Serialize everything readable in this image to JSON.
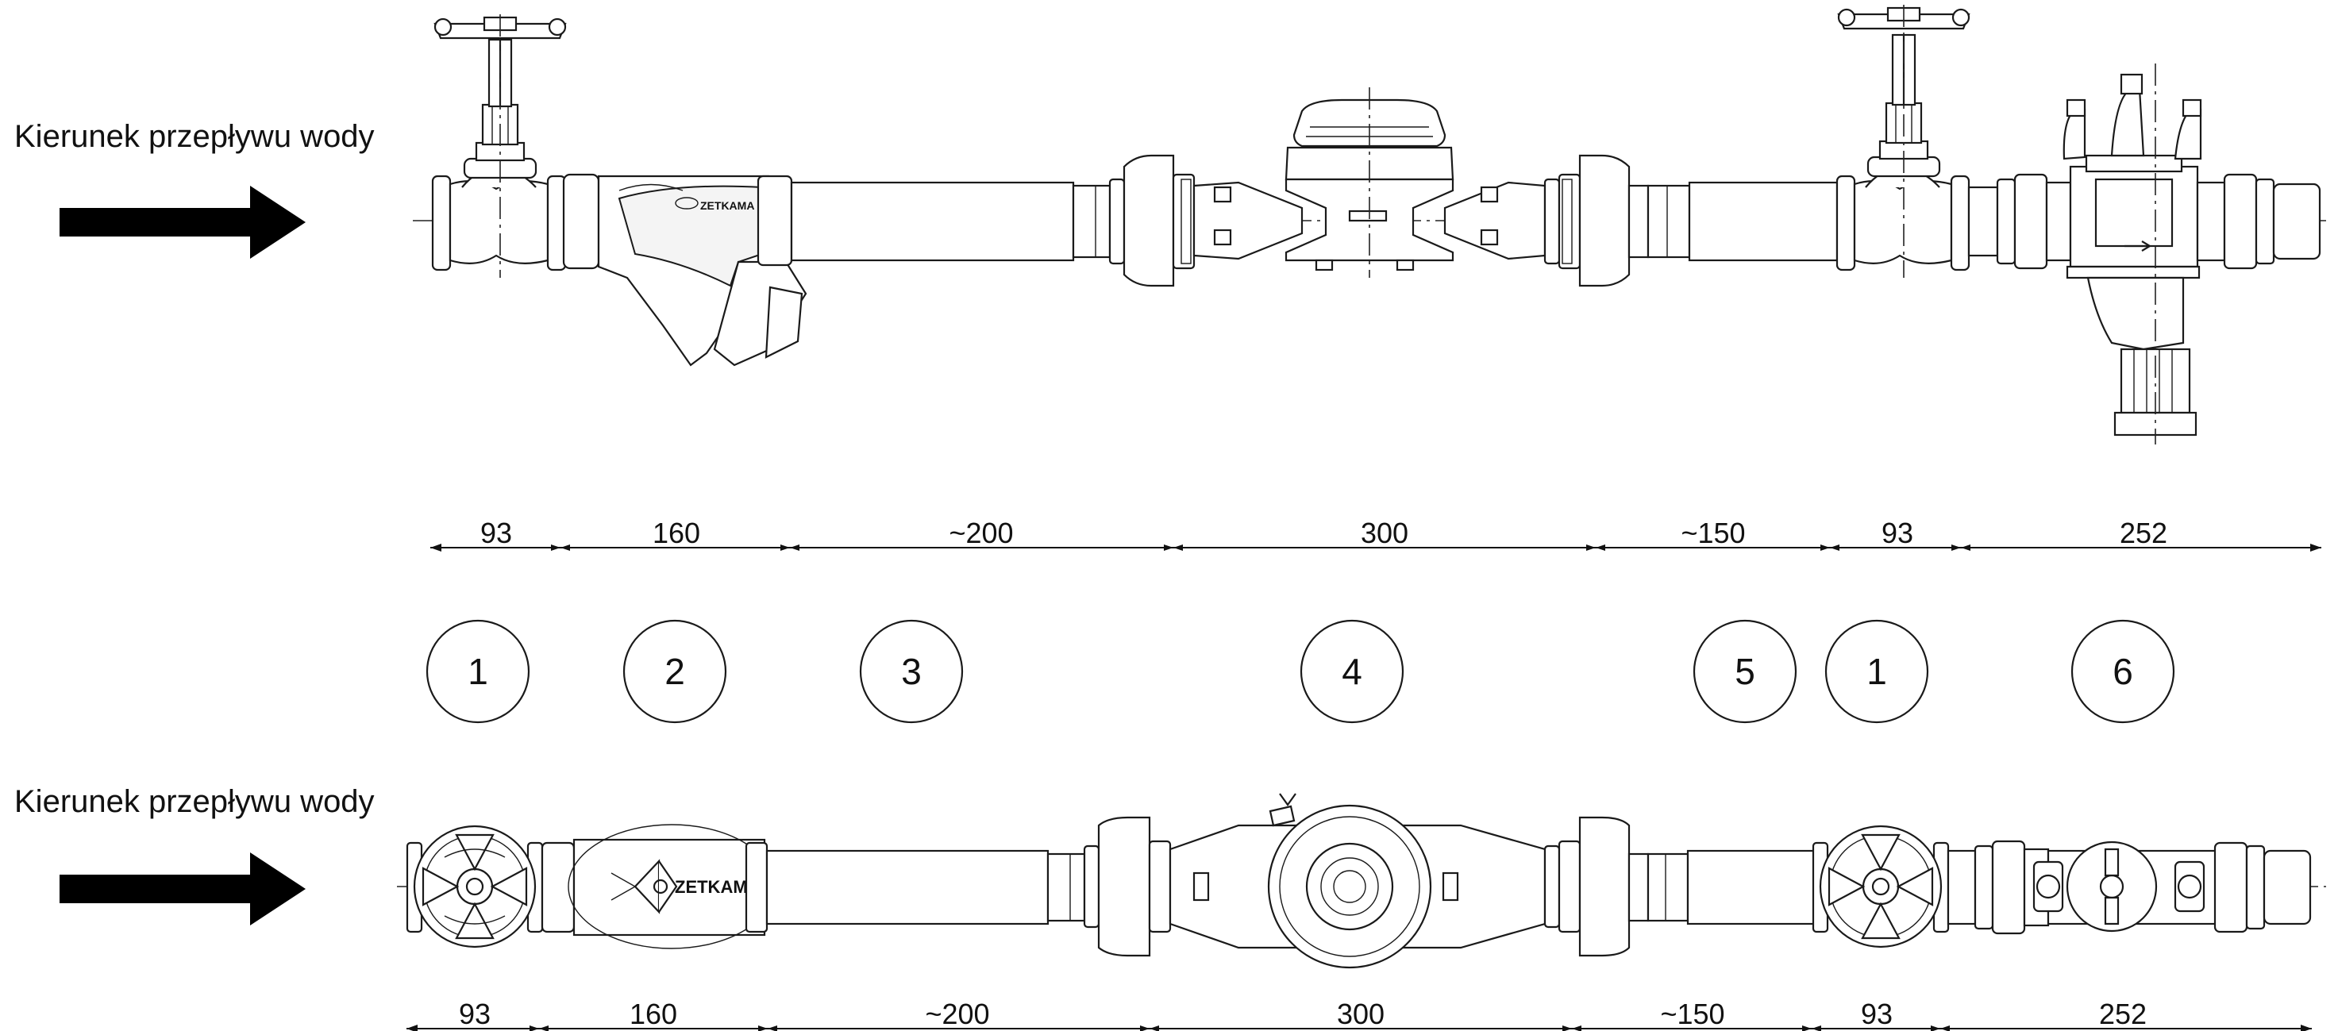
{
  "flow_direction_label_top": "Kierunek przepływu wody",
  "flow_direction_label_bottom": "Kierunek przepływu wody",
  "brand_mark": "ZETKAMA",
  "dimensions_top": [
    "93",
    "160",
    "~200",
    "300",
    "~150",
    "93",
    "252"
  ],
  "dimensions_bottom": [
    "93",
    "160",
    "~200",
    "300",
    "~150",
    "93",
    "252"
  ],
  "callouts": [
    "1",
    "2",
    "3",
    "4",
    "5",
    "1",
    "6"
  ],
  "components": [
    "shut-off-valve",
    "strainer",
    "pipe-section",
    "water-meter",
    "pipe-section",
    "shut-off-valve",
    "backflow-preventer"
  ],
  "colors": {
    "line": "#1a1a1a",
    "arrow": "#000000",
    "background": "#ffffff"
  }
}
